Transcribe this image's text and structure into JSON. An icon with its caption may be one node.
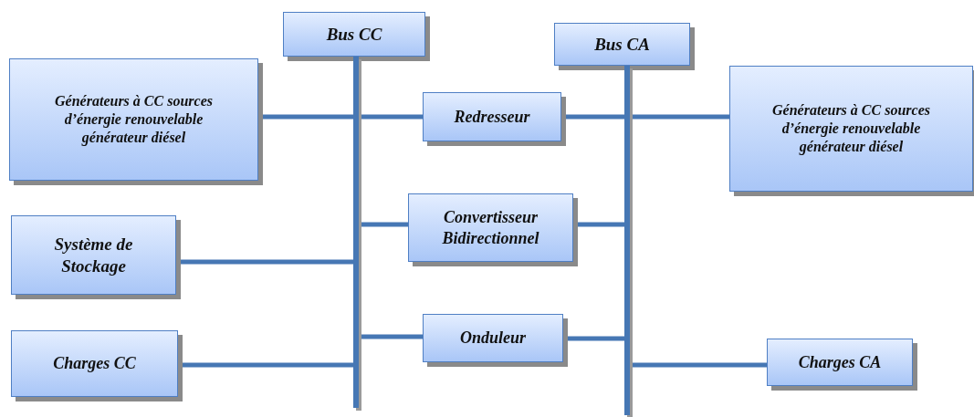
{
  "diagram": {
    "nodes": [
      {
        "text": [
          "Bus CC"
        ]
      },
      {
        "text": [],
        "shape": "bar"
      },
      {
        "text": [
          "Bus CA"
        ]
      },
      {
        "text": [],
        "shape": "bar"
      },
      {
        "text": [
          "Générateurs à CC sources d’énergie renouvelable générateur diésel"
        ]
      },
      {
        "text": [
          "Redresseur"
        ]
      },
      {
        "text": [
          "Générateurs à CC sources d’énergie renouvelable générateur diésel"
        ]
      },
      {
        "text": [
          "Convertisseur Bidirectionnel"
        ]
      },
      {
        "text": [
          "Système de Stockage"
        ]
      },
      {
        "text": [
          "Onduleur"
        ]
      },
      {
        "text": [
          "Charges CC"
        ]
      },
      {
        "text": [
          "Charges CA"
        ]
      }
    ],
    "edges": [
      {
        "from": 4,
        "to": 1,
        "arrow": "none"
      },
      {
        "from": 1,
        "to": 5,
        "arrow": "none"
      },
      {
        "from": 5,
        "to": 3,
        "arrow": "none"
      },
      {
        "from": 3,
        "to": 6,
        "arrow": "none"
      },
      {
        "from": 1,
        "to": 7,
        "arrow": "none"
      },
      {
        "from": 7,
        "to": 3,
        "arrow": "none"
      },
      {
        "from": 8,
        "to": 1,
        "arrow": "none"
      },
      {
        "from": 1,
        "to": 9,
        "arrow": "none"
      },
      {
        "from": 9,
        "to": 3,
        "arrow": "none"
      },
      {
        "from": 10,
        "to": 1,
        "arrow": "none"
      },
      {
        "from": 3,
        "to": 11,
        "arrow": "none"
      }
    ]
  }
}
